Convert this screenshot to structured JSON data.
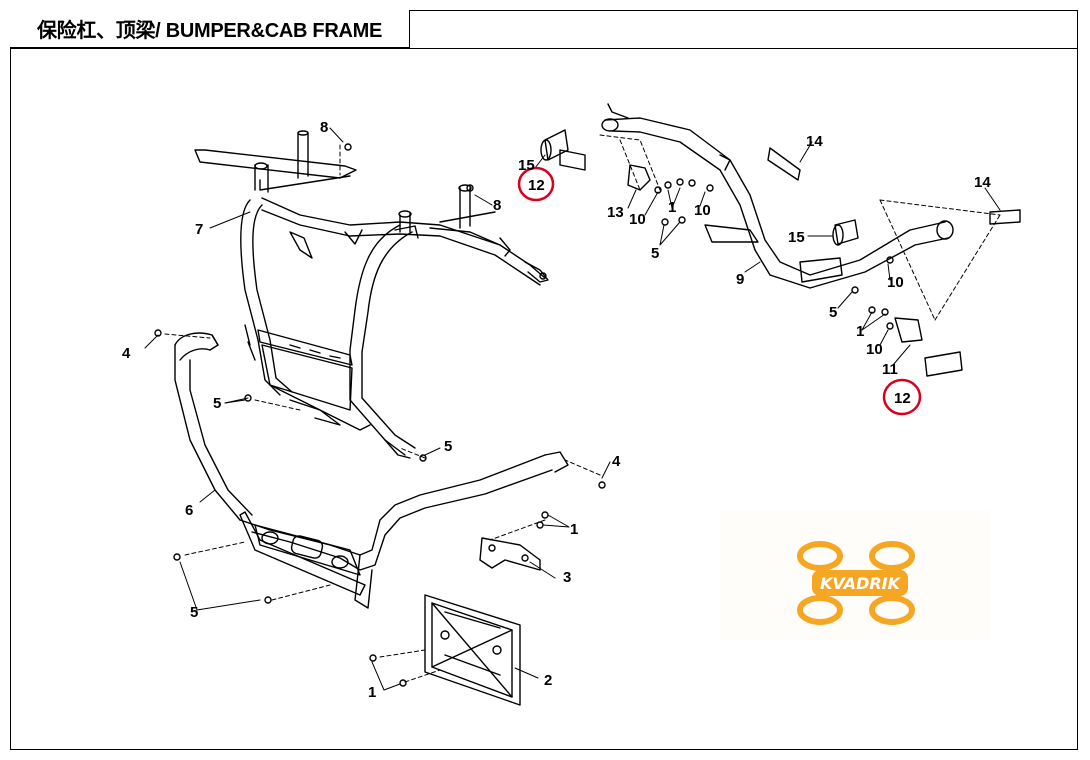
{
  "title": "保险杠、顶梁/ BUMPER&CAB FRAME",
  "callouts": [
    {
      "id": "c8a",
      "text": "8"
    },
    {
      "id": "c8b",
      "text": "8"
    },
    {
      "id": "c7",
      "text": "7"
    },
    {
      "id": "c4a",
      "text": "4"
    },
    {
      "id": "c5a",
      "text": "5"
    },
    {
      "id": "c5b",
      "text": "5"
    },
    {
      "id": "c6",
      "text": "6"
    },
    {
      "id": "c5c",
      "text": "5"
    },
    {
      "id": "c4b",
      "text": "4"
    },
    {
      "id": "c1a",
      "text": "1"
    },
    {
      "id": "c3",
      "text": "3"
    },
    {
      "id": "c2",
      "text": "2"
    },
    {
      "id": "c1b",
      "text": "1"
    },
    {
      "id": "c15a",
      "text": "15"
    },
    {
      "id": "c12a",
      "text": "12"
    },
    {
      "id": "c13",
      "text": "13"
    },
    {
      "id": "c10a",
      "text": "10"
    },
    {
      "id": "c1c",
      "text": "1"
    },
    {
      "id": "c10b",
      "text": "10"
    },
    {
      "id": "c5d",
      "text": "5"
    },
    {
      "id": "c14a",
      "text": "14"
    },
    {
      "id": "c14b",
      "text": "14"
    },
    {
      "id": "c15b",
      "text": "15"
    },
    {
      "id": "c9",
      "text": "9"
    },
    {
      "id": "c10c",
      "text": "10"
    },
    {
      "id": "c5e",
      "text": "5"
    },
    {
      "id": "c1d",
      "text": "1"
    },
    {
      "id": "c10d",
      "text": "10"
    },
    {
      "id": "c11",
      "text": "11"
    },
    {
      "id": "c12b",
      "text": "12"
    }
  ],
  "watermark": {
    "brand": "KVADRIK",
    "color": "#f5a623"
  },
  "highlight_color": "#d9001b"
}
